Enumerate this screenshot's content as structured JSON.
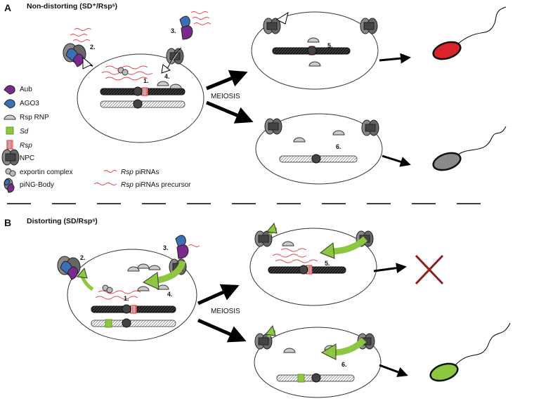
{
  "panel_a": {
    "letter": "A",
    "title": "Non-distorting (SD⁺/Rspˢ)",
    "steps": [
      "1.",
      "2.",
      "3.",
      "4.",
      "5.",
      "6."
    ],
    "meiosis_label": "MEIOSIS",
    "sperm_colors": [
      "#d9242a",
      "#8a8a8a"
    ]
  },
  "panel_b": {
    "letter": "B",
    "title": "Distorting (SD/Rspˢ)",
    "steps": [
      "1.",
      "2.",
      "3.",
      "4.",
      "5.",
      "6."
    ],
    "meiosis_label": "MEIOSIS",
    "sperm_colors": [
      "#8dc63f"
    ],
    "cross_color": "#8b2020"
  },
  "legend": [
    {
      "label": "Aub",
      "italic": false,
      "color": "#7a2a8c"
    },
    {
      "label": "AGO3",
      "italic": false,
      "color": "#3b6fb6"
    },
    {
      "label": "Rsp RNP",
      "italic": false,
      "color": "#c8c8c8"
    },
    {
      "label": "Sd",
      "italic": true,
      "color": "#8dc63f"
    },
    {
      "label": "Rsp",
      "italic": true,
      "color": "#e0474c"
    },
    {
      "label": "NPC",
      "italic": false,
      "color": "#555555"
    },
    {
      "label": "exportin complex",
      "italic": false,
      "color": "#bbbbbb"
    },
    {
      "label": "piNG-Body",
      "italic": false,
      "color": "#7a2a8c"
    }
  ],
  "legend_rna": [
    {
      "italic": "Rsp",
      "rest": " piRNAs"
    },
    {
      "italic": "Rsp",
      "rest": " piRNAs precursor"
    }
  ],
  "colors": {
    "aub": "#7a2a8c",
    "ago3": "#3b6fb6",
    "sd": "#8dc63f",
    "rsp": "#e0474c",
    "green_arrow": "#8dc63f",
    "npc": "#555555",
    "chromatin_dark": "#222222"
  }
}
